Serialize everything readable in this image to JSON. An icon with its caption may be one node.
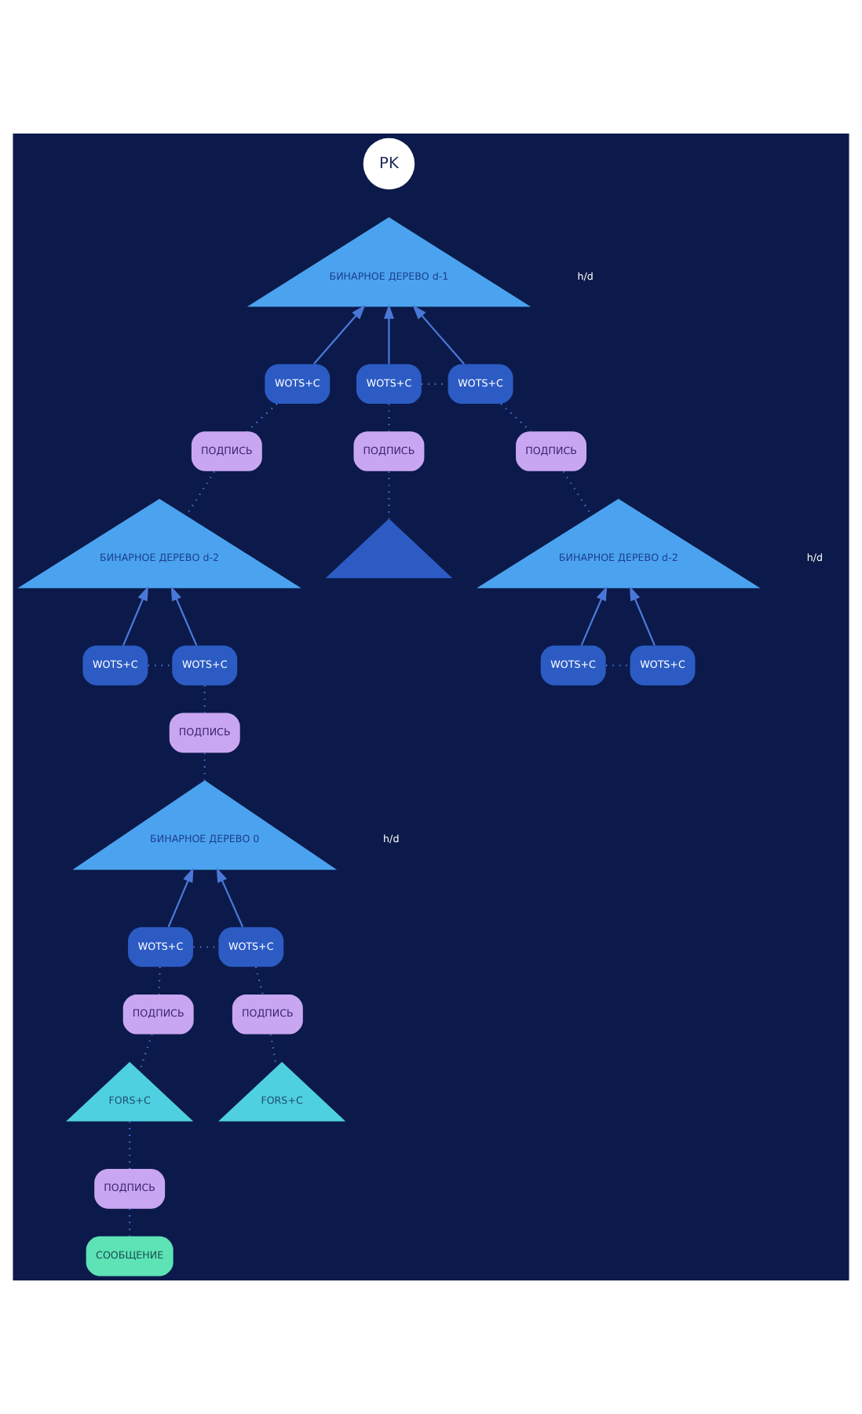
{
  "diagram": {
    "nodes": [
      {
        "text": [
          "PK"
        ]
      },
      {
        "text": [
          "БИНАРНОЕ ДЕРЕВО d-1"
        ]
      },
      {
        "text": [
          "WOTS+C"
        ]
      },
      {
        "text": [
          "WOTS+C"
        ]
      },
      {
        "text": [
          "WOTS+C"
        ]
      },
      {
        "text": [
          "ПОДПИСЬ"
        ]
      },
      {
        "text": [
          "ПОДПИСЬ"
        ]
      },
      {
        "text": [
          "ПОДПИСЬ"
        ]
      },
      {
        "text": [
          "БИНАРНОЕ ДЕРЕВО d-2"
        ]
      },
      {
        "text": [],
        "shape": "triangle"
      },
      {
        "text": [
          "БИНАРНОЕ ДЕРЕВО d-2"
        ]
      },
      {
        "text": [
          "WOTS+C"
        ]
      },
      {
        "text": [
          "WOTS+C"
        ]
      },
      {
        "text": [
          "WOTS+C"
        ]
      },
      {
        "text": [
          "WOTS+C"
        ]
      },
      {
        "text": [
          "ПОДПИСЬ"
        ]
      },
      {
        "text": [
          "БИНАРНОЕ ДЕРЕВО 0"
        ]
      },
      {
        "text": [
          "WOTS+C"
        ]
      },
      {
        "text": [
          "WOTS+C"
        ]
      },
      {
        "text": [
          "ПОДПИСЬ"
        ]
      },
      {
        "text": [
          "ПОДПИСЬ"
        ]
      },
      {
        "text": [
          "FORS+C"
        ]
      },
      {
        "text": [
          "FORS+C"
        ]
      },
      {
        "text": [
          "ПОДПИСЬ"
        ]
      },
      {
        "text": [
          "СООБЩЕНИЕ"
        ]
      }
    ],
    "edges": [
      {
        "from": 2,
        "to": 1,
        "arrow": "to"
      },
      {
        "from": 3,
        "to": 1,
        "arrow": "to"
      },
      {
        "from": 4,
        "to": 1,
        "arrow": "to"
      },
      {
        "from": 3,
        "to": 4,
        "arrow": "none",
        "style": "dashed"
      },
      {
        "from": 2,
        "to": 5,
        "arrow": "none",
        "style": "dashed"
      },
      {
        "from": 3,
        "to": 6,
        "arrow": "none",
        "style": "dashed"
      },
      {
        "from": 4,
        "to": 7,
        "arrow": "none",
        "style": "dashed"
      },
      {
        "from": 5,
        "to": 8,
        "arrow": "none",
        "style": "dashed"
      },
      {
        "from": 6,
        "to": 9,
        "arrow": "none",
        "style": "dashed"
      },
      {
        "from": 7,
        "to": 10,
        "arrow": "none",
        "style": "dashed"
      },
      {
        "from": 11,
        "to": 8,
        "arrow": "to"
      },
      {
        "from": 12,
        "to": 8,
        "arrow": "to"
      },
      {
        "from": 13,
        "to": 10,
        "arrow": "to"
      },
      {
        "from": 14,
        "to": 10,
        "arrow": "to"
      },
      {
        "from": 11,
        "to": 12,
        "arrow": "none",
        "style": "dashed"
      },
      {
        "from": 13,
        "to": 14,
        "arrow": "none",
        "style": "dashed"
      },
      {
        "from": 12,
        "to": 15,
        "arrow": "none",
        "style": "dashed"
      },
      {
        "from": 15,
        "to": 16,
        "arrow": "none",
        "style": "dashed"
      },
      {
        "from": 17,
        "to": 16,
        "arrow": "to"
      },
      {
        "from": 18,
        "to": 16,
        "arrow": "to"
      },
      {
        "from": 17,
        "to": 18,
        "arrow": "none",
        "style": "dashed"
      },
      {
        "from": 17,
        "to": 19,
        "arrow": "none",
        "style": "dashed"
      },
      {
        "from": 18,
        "to": 20,
        "arrow": "none",
        "style": "dashed"
      },
      {
        "from": 19,
        "to": 21,
        "arrow": "none",
        "style": "dashed"
      },
      {
        "from": 20,
        "to": 22,
        "arrow": "none",
        "style": "dashed"
      },
      {
        "from": 21,
        "to": 23,
        "arrow": "none",
        "style": "dashed"
      },
      {
        "from": 23,
        "to": 24,
        "arrow": "none",
        "style": "dashed"
      }
    ],
    "labels": [
      "h/d",
      "h/d",
      "h/d"
    ]
  }
}
